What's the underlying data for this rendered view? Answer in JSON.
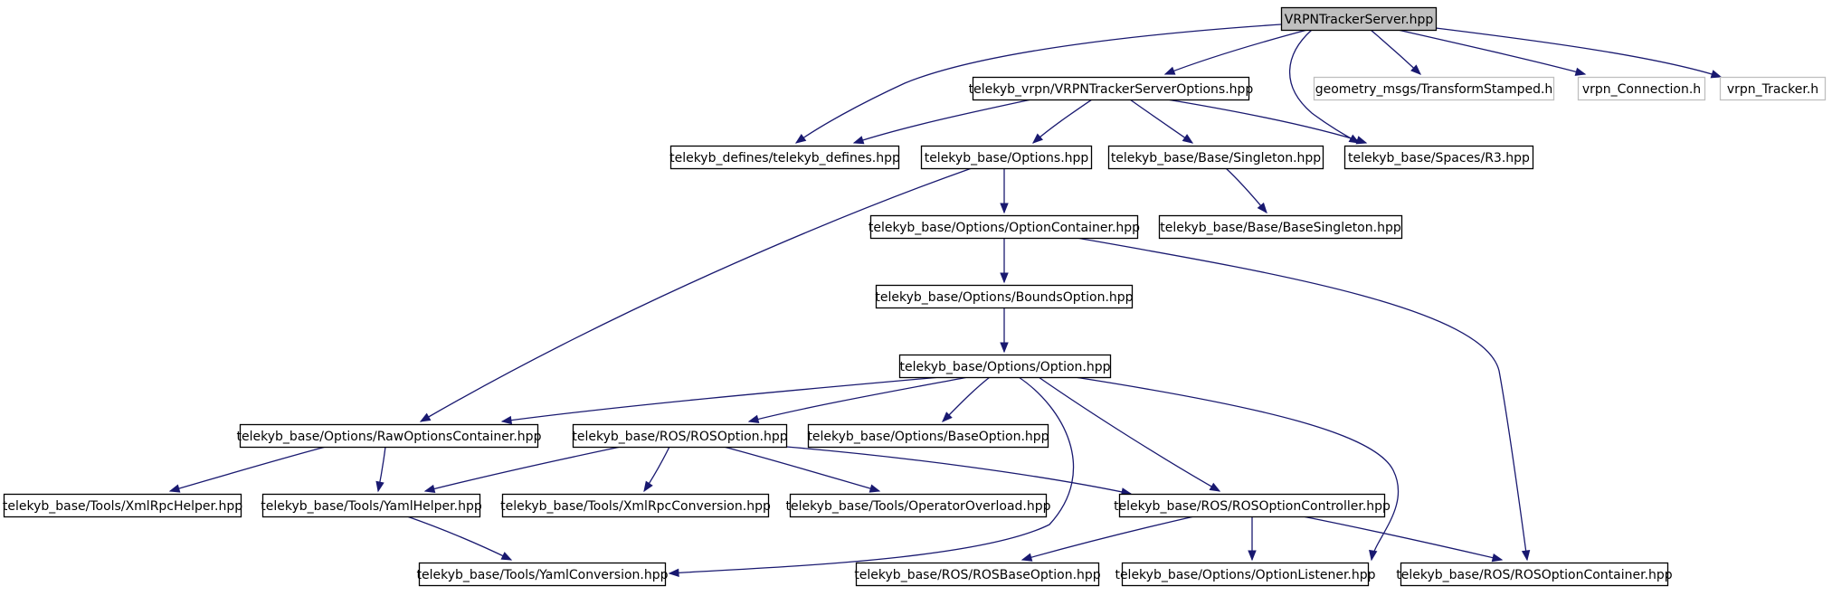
{
  "graph": {
    "nodes": [
      {
        "id": "n0",
        "label": "VRPNTrackerServer.hpp",
        "style": "root"
      },
      {
        "id": "n1",
        "label": "telekyb_vrpn/VRPNTrackerServerOptions.hpp",
        "style": "normal"
      },
      {
        "id": "n2",
        "label": "geometry_msgs/TransformStamped.h",
        "style": "external"
      },
      {
        "id": "n3",
        "label": "vrpn_Connection.h",
        "style": "external"
      },
      {
        "id": "n4",
        "label": "vrpn_Tracker.h",
        "style": "external"
      },
      {
        "id": "n5",
        "label": "telekyb_defines/telekyb_defines.hpp",
        "style": "normal"
      },
      {
        "id": "n6",
        "label": "telekyb_base/Options.hpp",
        "style": "normal"
      },
      {
        "id": "n7",
        "label": "telekyb_base/Base/Singleton.hpp",
        "style": "normal"
      },
      {
        "id": "n8",
        "label": "telekyb_base/Spaces/R3.hpp",
        "style": "normal"
      },
      {
        "id": "n9",
        "label": "telekyb_base/Options/OptionContainer.hpp",
        "style": "normal"
      },
      {
        "id": "n10",
        "label": "telekyb_base/Base/BaseSingleton.hpp",
        "style": "normal"
      },
      {
        "id": "n11",
        "label": "telekyb_base/Options/BoundsOption.hpp",
        "style": "normal"
      },
      {
        "id": "n12",
        "label": "telekyb_base/Options/Option.hpp",
        "style": "normal"
      },
      {
        "id": "n13",
        "label": "telekyb_base/Options/RawOptionsContainer.hpp",
        "style": "normal"
      },
      {
        "id": "n14",
        "label": "telekyb_base/ROS/ROSOption.hpp",
        "style": "normal"
      },
      {
        "id": "n15",
        "label": "telekyb_base/Options/BaseOption.hpp",
        "style": "normal"
      },
      {
        "id": "n16",
        "label": "telekyb_base/Tools/XmlRpcHelper.hpp",
        "style": "normal"
      },
      {
        "id": "n17",
        "label": "telekyb_base/Tools/YamlHelper.hpp",
        "style": "normal"
      },
      {
        "id": "n18",
        "label": "telekyb_base/Tools/XmlRpcConversion.hpp",
        "style": "normal"
      },
      {
        "id": "n19",
        "label": "telekyb_base/Tools/OperatorOverload.hpp",
        "style": "normal"
      },
      {
        "id": "n20",
        "label": "telekyb_base/ROS/ROSOptionController.hpp",
        "style": "normal"
      },
      {
        "id": "n21",
        "label": "telekyb_base/Tools/YamlConversion.hpp",
        "style": "normal"
      },
      {
        "id": "n22",
        "label": "telekyb_base/ROS/ROSBaseOption.hpp",
        "style": "normal"
      },
      {
        "id": "n23",
        "label": "telekyb_base/Options/OptionListener.hpp",
        "style": "normal"
      },
      {
        "id": "n24",
        "label": "telekyb_base/ROS/ROSOptionContainer.hpp",
        "style": "normal"
      }
    ],
    "edges": [
      {
        "from": "n0",
        "to": "n1"
      },
      {
        "from": "n0",
        "to": "n5"
      },
      {
        "from": "n0",
        "to": "n8"
      },
      {
        "from": "n0",
        "to": "n2"
      },
      {
        "from": "n0",
        "to": "n3"
      },
      {
        "from": "n0",
        "to": "n4"
      },
      {
        "from": "n1",
        "to": "n5"
      },
      {
        "from": "n1",
        "to": "n6"
      },
      {
        "from": "n1",
        "to": "n7"
      },
      {
        "from": "n1",
        "to": "n8"
      },
      {
        "from": "n6",
        "to": "n9"
      },
      {
        "from": "n6",
        "to": "n13"
      },
      {
        "from": "n7",
        "to": "n10"
      },
      {
        "from": "n9",
        "to": "n11"
      },
      {
        "from": "n9",
        "to": "n24"
      },
      {
        "from": "n11",
        "to": "n12"
      },
      {
        "from": "n12",
        "to": "n13"
      },
      {
        "from": "n12",
        "to": "n14"
      },
      {
        "from": "n12",
        "to": "n15"
      },
      {
        "from": "n12",
        "to": "n21"
      },
      {
        "from": "n12",
        "to": "n20"
      },
      {
        "from": "n12",
        "to": "n23"
      },
      {
        "from": "n13",
        "to": "n16"
      },
      {
        "from": "n13",
        "to": "n17"
      },
      {
        "from": "n14",
        "to": "n17"
      },
      {
        "from": "n14",
        "to": "n18"
      },
      {
        "from": "n14",
        "to": "n19"
      },
      {
        "from": "n14",
        "to": "n20"
      },
      {
        "from": "n17",
        "to": "n21"
      },
      {
        "from": "n20",
        "to": "n22"
      },
      {
        "from": "n20",
        "to": "n23"
      },
      {
        "from": "n20",
        "to": "n24"
      }
    ],
    "colors": {
      "edge": "#191970",
      "root_fill": "#bfbfbf",
      "node_border": "#000000",
      "external_border": "#bfbfbf",
      "text": "#000000"
    }
  }
}
